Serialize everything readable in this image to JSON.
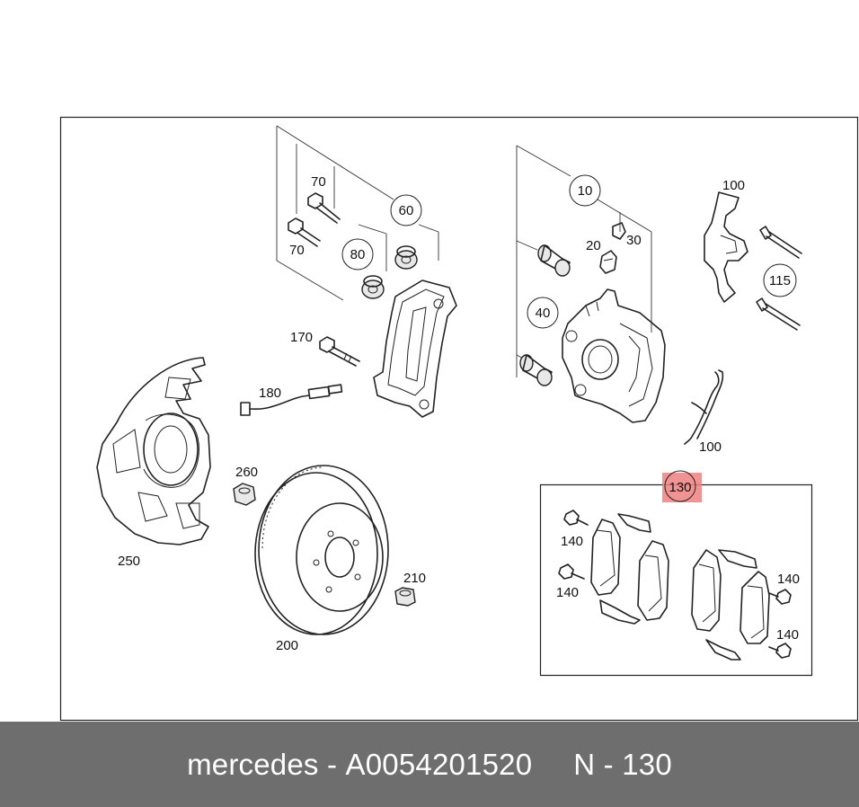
{
  "labels": {
    "p70a": "70",
    "p70b": "70",
    "p60": "60",
    "p80": "80",
    "p10": "10",
    "p20": "20",
    "p30": "30",
    "p40": "40",
    "p100a": "100",
    "p100b": "100",
    "p115": "115",
    "p170": "170",
    "p180": "180",
    "p250": "250",
    "p260": "260",
    "p200": "200",
    "p210": "210",
    "p130": "130",
    "p140a": "140",
    "p140b": "140",
    "p140c": "140",
    "p140d": "140"
  },
  "highlight_color": "#f08080",
  "footer": {
    "brand": "mercedes",
    "separator": "-",
    "part_number": "A0054201520",
    "position_label": "N - 130"
  }
}
